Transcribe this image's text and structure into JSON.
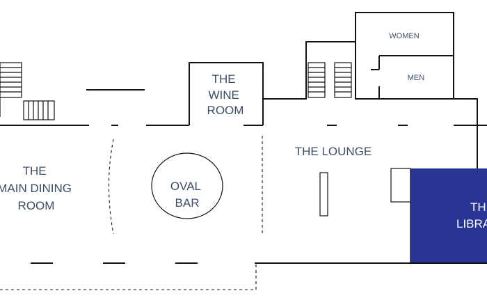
{
  "rooms": {
    "main_dining": [
      "THE",
      "MAIN DINING",
      "ROOM"
    ],
    "wine_room": [
      "THE",
      "WINE",
      "ROOM"
    ],
    "oval_bar": [
      "OVAL",
      "BAR"
    ],
    "lounge": "THE LOUNGE",
    "women": "WOMEN",
    "men": "MEN",
    "library": [
      "THE",
      "LIBRARY"
    ]
  },
  "colors": {
    "library_fill": "#283593",
    "label_text": "#3d4d63",
    "wall": "#111111"
  }
}
